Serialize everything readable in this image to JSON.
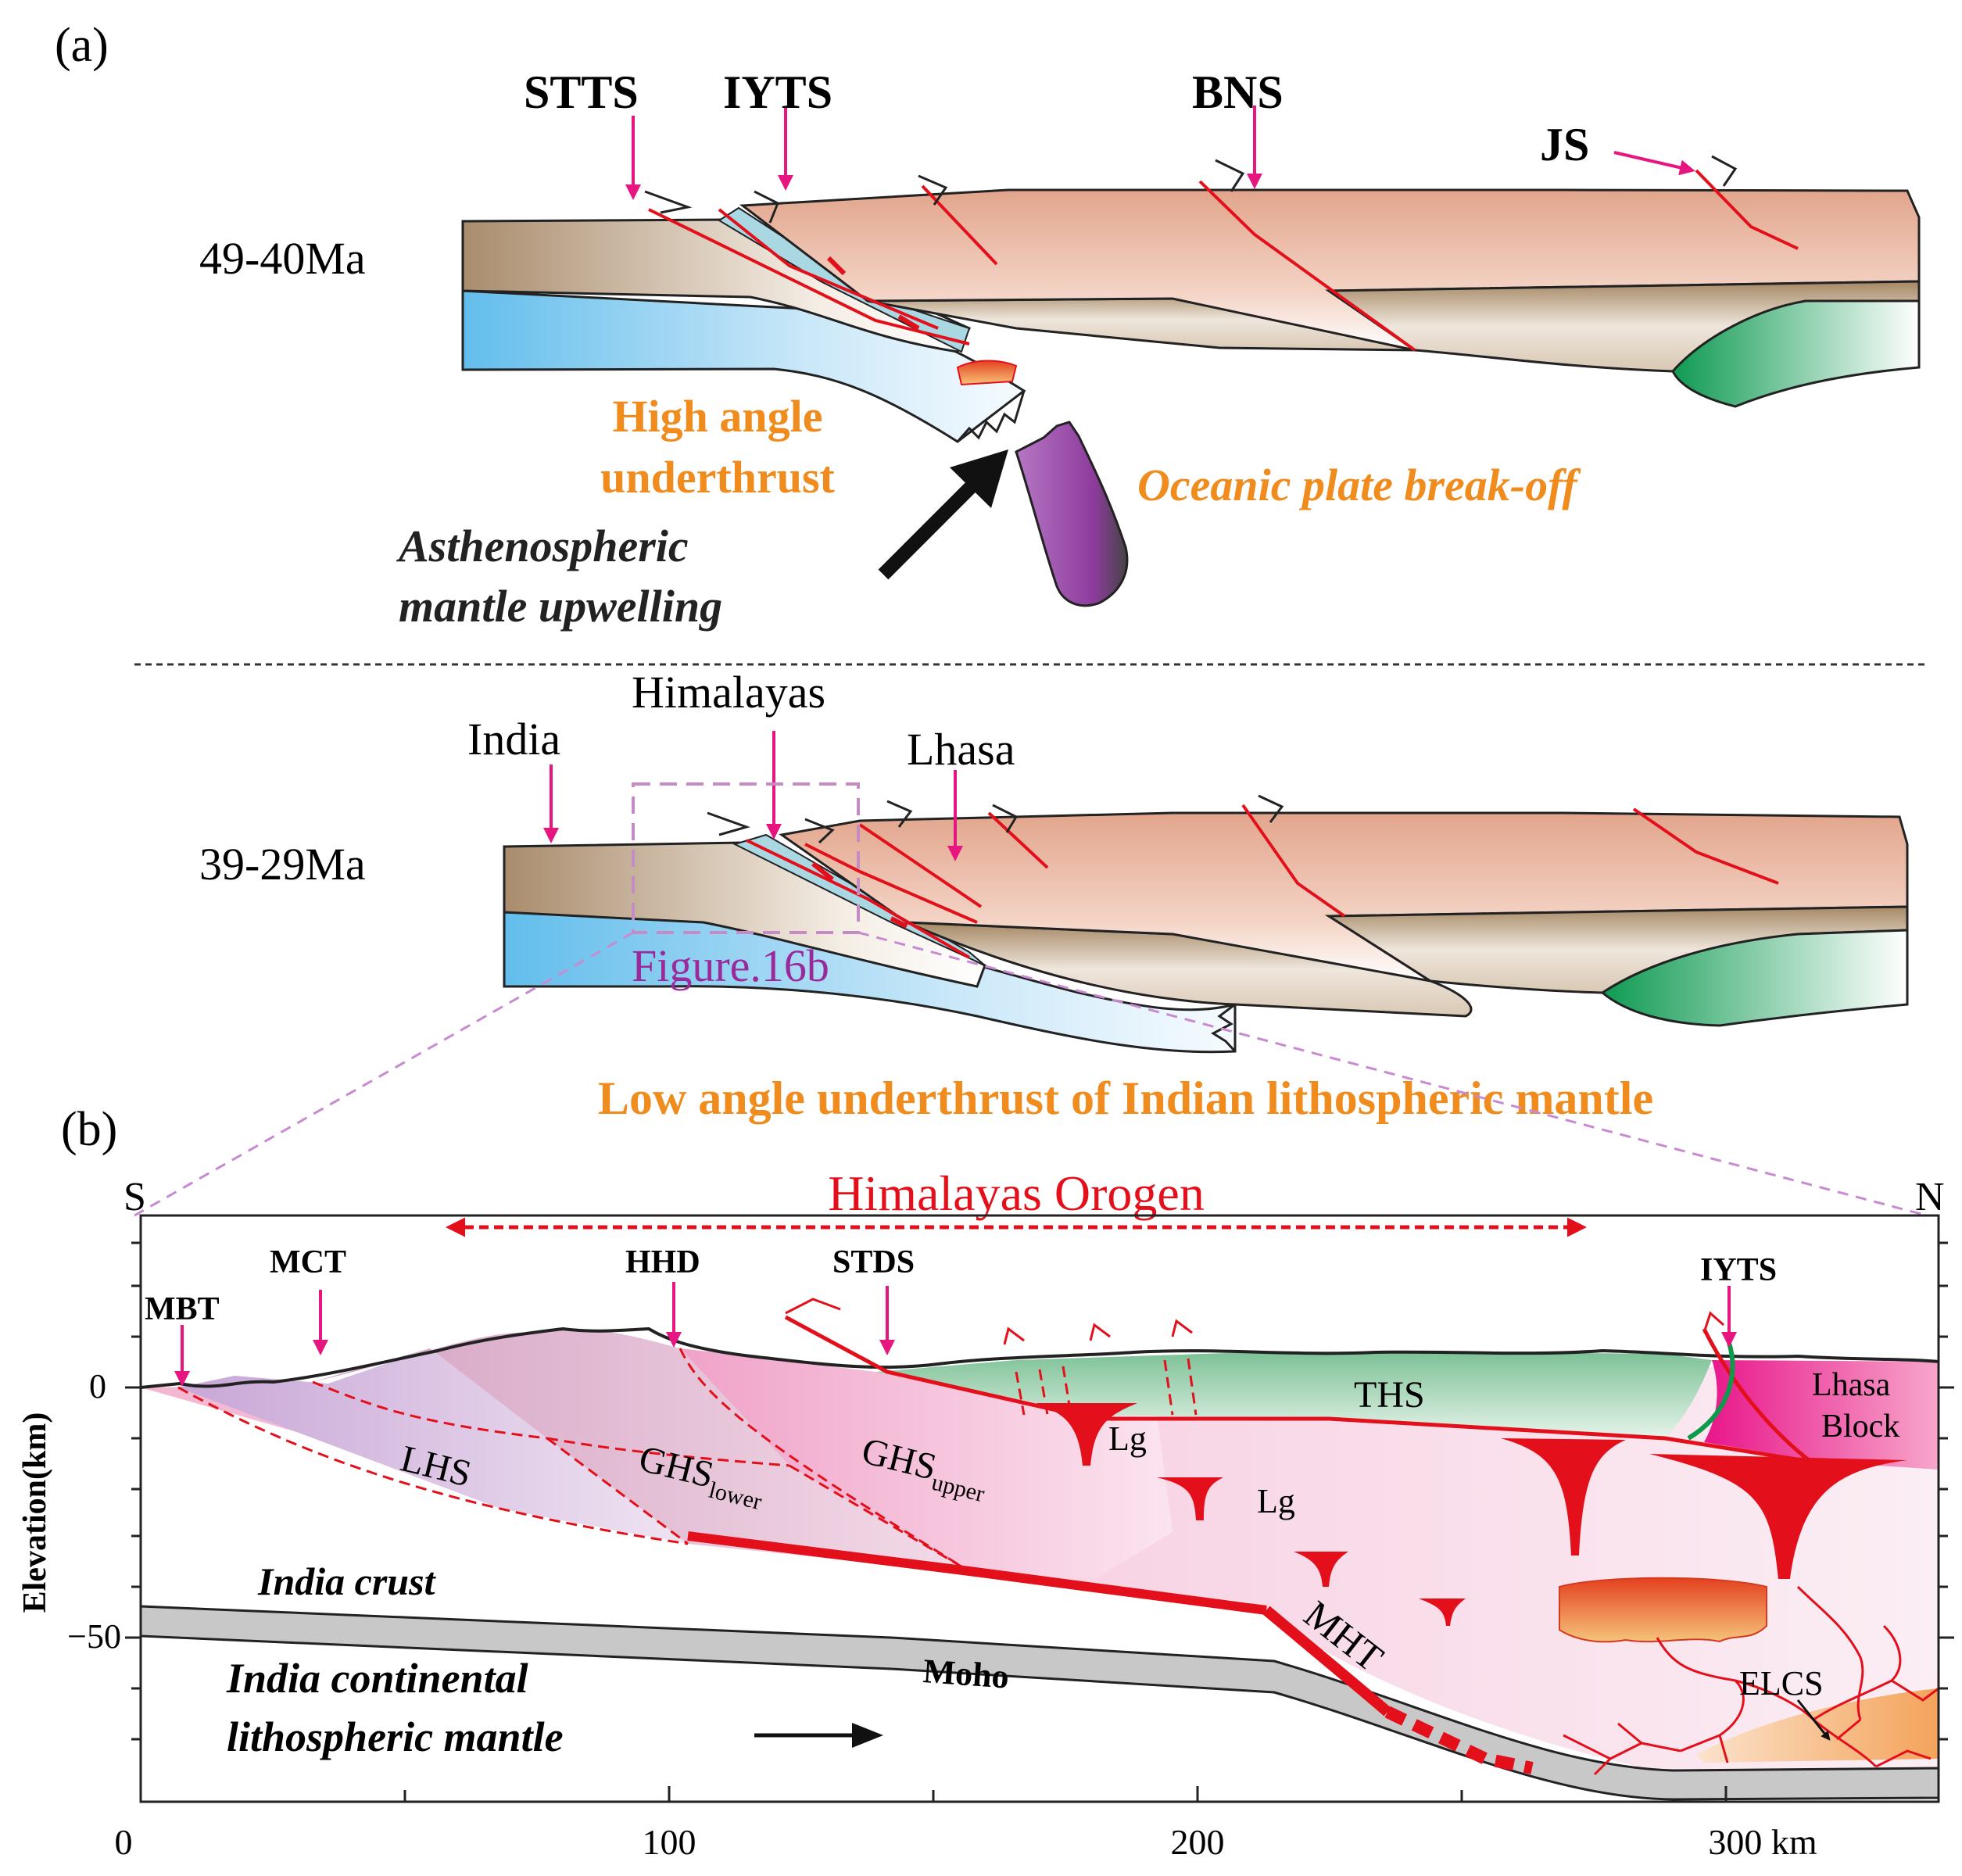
{
  "panel_a": {
    "label": "(a)",
    "stages": {
      "top": "49-40Ma",
      "bottom": "39-29Ma"
    },
    "sutures": [
      "STTS",
      "IYTS",
      "BNS",
      "JS"
    ],
    "notes": {
      "high_angle_1": "High angle",
      "high_angle_2": "underthrust",
      "break_off": "Oceanic plate break-off",
      "upwelling_1": "Asthenospheric",
      "upwelling_2": "mantle upwelling",
      "india": "India",
      "himalayas": "Himalayas",
      "lhasa": "Lhasa",
      "figure_ref": "Figure.16b",
      "low_angle": "Low angle underthrust of Indian lithospheric mantle"
    }
  },
  "panel_b": {
    "label": "(b)",
    "south": "S",
    "north": "N",
    "orogen": "Himalayas Orogen",
    "structures": [
      "MBT",
      "MCT",
      "HHD",
      "STDS",
      "IYTS"
    ],
    "units": {
      "lhs": "LHS",
      "ghs": "GHS",
      "ghs_lower": "lower",
      "ghs_upper": "upper",
      "ths": "THS",
      "lhasa_1": "Lhasa",
      "lhasa_2": "Block",
      "lg": "Lg",
      "mht": "MHT",
      "elcs": "ELCS",
      "moho": "Moho",
      "india_crust": "India crust",
      "mantle_1": "India continental",
      "mantle_2": "lithospheric mantle"
    },
    "y_axis": {
      "label": "Elevation(km)",
      "ticks": [
        "0",
        "−50"
      ]
    },
    "x_axis": {
      "ticks": [
        "0",
        "100",
        "200",
        "300 km"
      ]
    }
  },
  "colors": {
    "fault_red": "#e3101b",
    "magenta_arrow": "#e6157f",
    "upper_plate": "#e8b49e",
    "indian_mantle": "#78c8ef",
    "ths_green": "#8ccaa0",
    "note_orange": "#f08c1e"
  }
}
